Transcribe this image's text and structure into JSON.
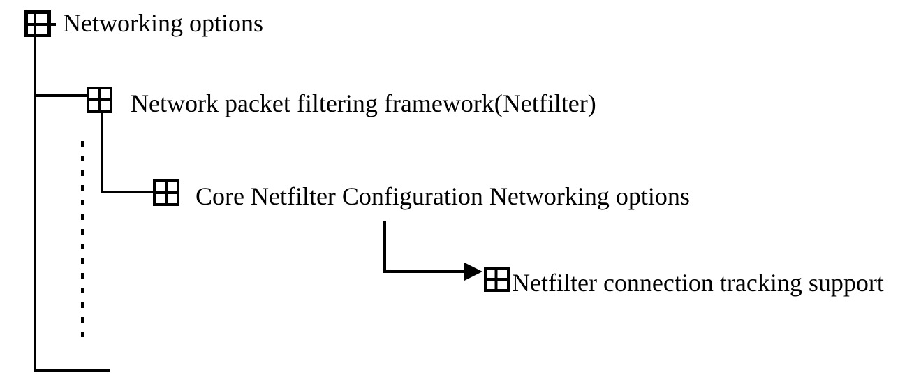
{
  "diagram": {
    "type": "tree",
    "colors": {
      "background": "#ffffff",
      "line": "#000000",
      "text": "#000000"
    },
    "nodes": [
      {
        "level": 0,
        "icon": "plus-box-icon",
        "label": "Networking options"
      },
      {
        "level": 1,
        "icon": "plus-box-icon",
        "label": "Network packet filtering framework(Netfilter)"
      },
      {
        "level": 2,
        "icon": "plus-box-icon",
        "label": "Core Netfilter Configuration Networking options"
      },
      {
        "level": 3,
        "icon": "plus-box-icon",
        "label": "Netfilter connection tracking support"
      }
    ],
    "connector_styles": {
      "solid": "solid",
      "continuation": "dashed",
      "arrow": "filled-right-arrowhead"
    }
  }
}
